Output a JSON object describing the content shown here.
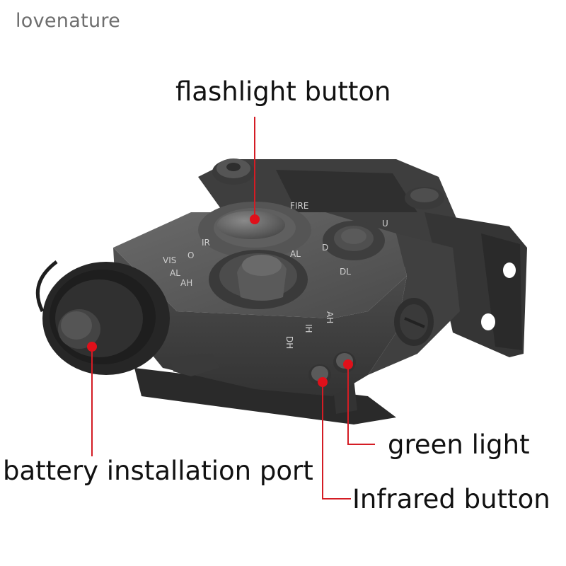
{
  "brand": {
    "name": "lovenature"
  },
  "callouts": {
    "flashlight": "flashlight button",
    "battery": "battery installation port",
    "green": "green light",
    "infrared": "Infrared button"
  },
  "device_labels": {
    "fire": "FIRE",
    "ir": "IR",
    "o": "O",
    "vis": "VIS",
    "al": "AL",
    "ah": "AH",
    "d": "D",
    "dl": "DL",
    "u": "U",
    "dh": "DH",
    "ih": "IH",
    "ah_side": "AH"
  },
  "colors": {
    "device": "#4a4a4a",
    "device_dark": "#2b2b2b",
    "marker": "#e0101a",
    "leader": "#d41c24"
  }
}
